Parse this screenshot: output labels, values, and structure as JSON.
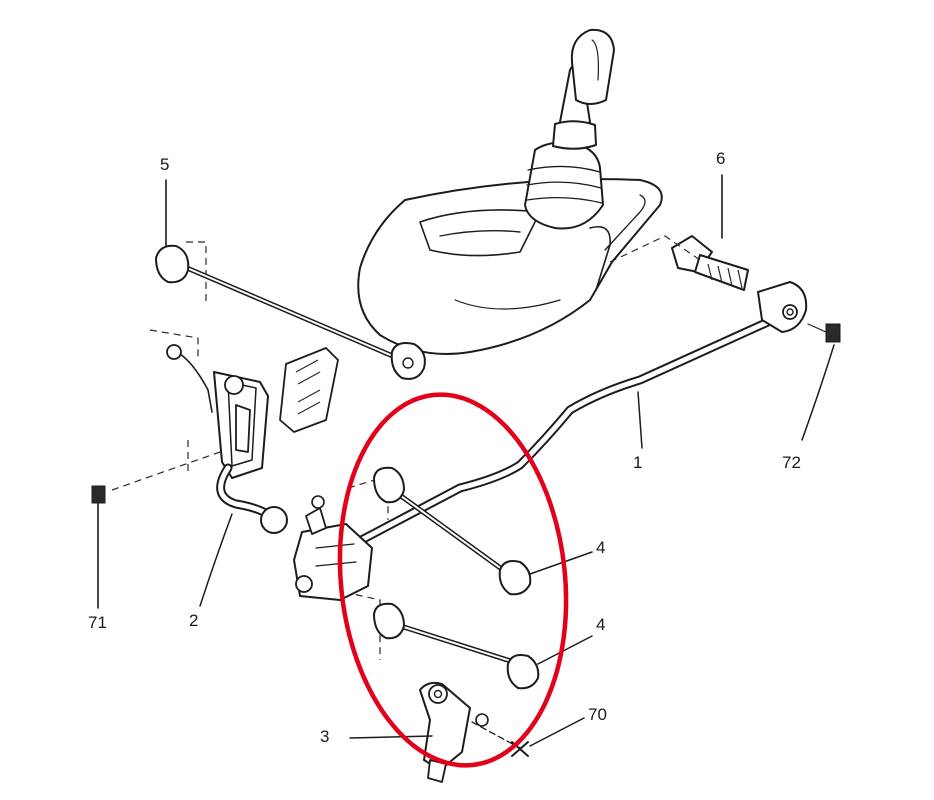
{
  "callouts": {
    "c1": "1",
    "c2": "2",
    "c3": "3",
    "c4a": "4",
    "c4b": "4",
    "c5": "5",
    "c6": "6",
    "c70": "70",
    "c71": "71",
    "c72": "72"
  },
  "colors": {
    "ink": "#1c1c1c",
    "highlight": "#e3001b",
    "background": "#ffffff"
  }
}
